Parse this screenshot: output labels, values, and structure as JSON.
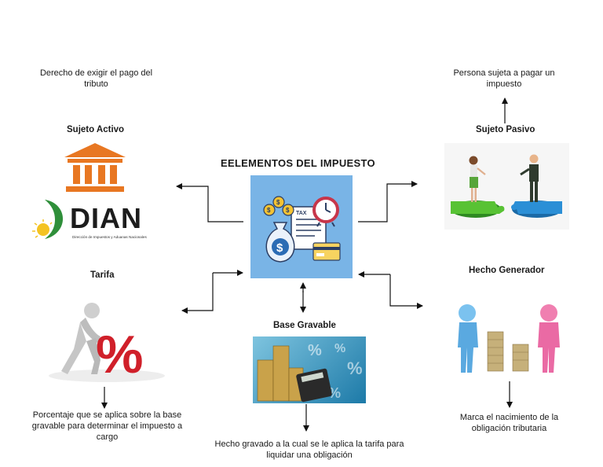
{
  "diagram": {
    "title": "EELEMENTOS DEL IMPUESTO",
    "center_image": {
      "icons": [
        "money-bag-icon",
        "coin-icon",
        "clock-icon",
        "tax-document-icon",
        "credit-card-icon"
      ],
      "tax_label": "TAX",
      "dollar_symbol": "$"
    },
    "nodes": {
      "sujeto_activo": {
        "title": "Sujeto Activo",
        "description": "Derecho de exigir el pago del tributo",
        "logo_text": "DIAN",
        "logo_subtext": "Dirección de Impuestos y Aduanas Nacionales",
        "icon": "government-building-icon"
      },
      "sujeto_pasivo": {
        "title": "Sujeto Pasivo",
        "description": "Persona sujeta a pagar un impuesto",
        "icon": "people-on-puzzle-pieces-icon"
      },
      "tarifa": {
        "title": "Tarifa",
        "description": "Porcentaje que se aplica sobre la base gravable para determinar el impuesto a cargo",
        "icon": "person-pushing-percent-icon",
        "percent_symbol": "%"
      },
      "base_gravable": {
        "title": "Base Gravable",
        "description": "Hecho gravado a la cual se le aplica la tarifa para liquidar una obligación",
        "icon": "coins-calculator-icon",
        "percent_symbol": "%"
      },
      "hecho_generador": {
        "title": "Hecho Generador",
        "description": "Marca el nacimiento de la obligación tributaria",
        "icon": "figures-with-coin-stacks-icon"
      }
    },
    "colors": {
      "center_bg": "#79b4e6",
      "dian_orange": "#e87722",
      "dian_green": "#2f8f3a",
      "percent_red": "#d0202a",
      "puzzle_green": "#58c234",
      "puzzle_blue": "#2b8fd6"
    }
  }
}
